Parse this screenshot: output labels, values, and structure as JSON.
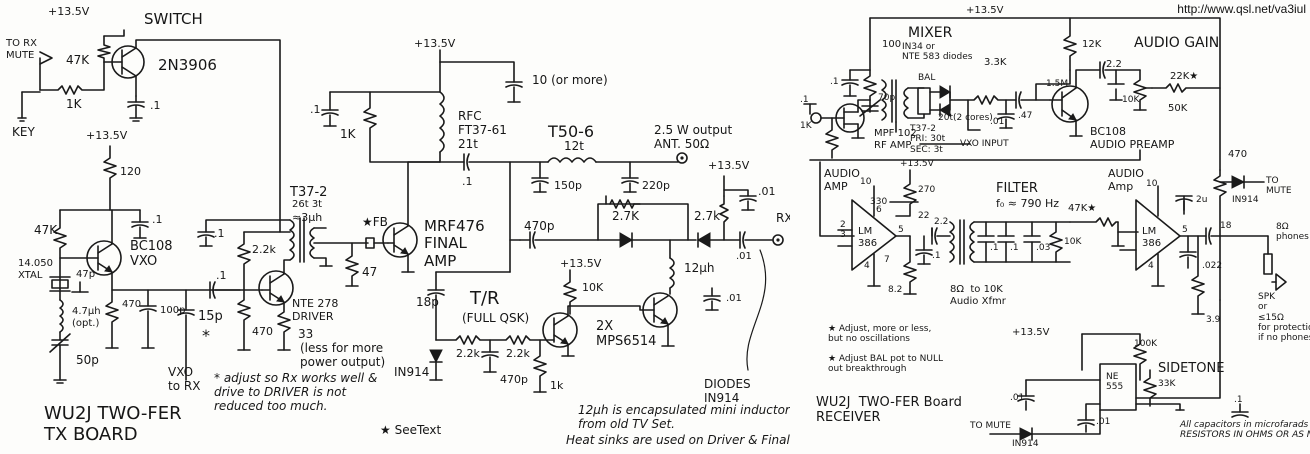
{
  "source_url": "http://www.qsl.net/va3iul",
  "tx": {
    "title_line1": "WU2J TWO-FER",
    "title_line2": "TX BOARD",
    "switch_label": "SWITCH",
    "supply_switch": "+13.5V",
    "to_rx_mute": "TO RX\nMUTE",
    "r_47k_sw": "47K",
    "r_1k_sw": "1K",
    "q_switch": "2N3906",
    "c_switch": ".1",
    "key": "KEY",
    "supply_osc": "+13.5V",
    "r_120": "120",
    "c_osc_bypass": ".1",
    "r_47k_osc": "47K",
    "q_osc": "BC108\nVXO",
    "xtal": "14.050\nXTAL",
    "c_47p": "47p",
    "r_470_osc": "470",
    "c_100p": "100p",
    "l_4_7uh": "4.7μh\n(opt.)",
    "c_50p": "50p",
    "c_15p": "15p",
    "star_15p": "*",
    "vxo_to_rx": "VXO\nto RX",
    "c_driver_in": ".1",
    "c_driver_bypass": ".1",
    "r_2_2k_drv": "2.2k",
    "q_driver": "NTE 278\nDRIVER",
    "r_470_drv": "470",
    "r_33": "33",
    "r_33_note": "(less for more\npower output)",
    "t37": "T37-2",
    "t37_turns": "26t  3t",
    "t37_ind": "≈3μh",
    "note_adjust": "* adjust so Rx works well &\ndrive to DRIVER is not\nreduced too much.",
    "see_text": "★ SeeText",
    "supply_final": "+13.5V",
    "c_final_bypass": ".1",
    "r_1k_final": "1K",
    "c_10": "10 (or more)",
    "rfc": "RFC\nFT37-61\n21t",
    "fb": "★FB",
    "q_final": "MRF476\nFINAL\nAMP",
    "r_47": "47",
    "c_final_out": ".1",
    "t50": "T50-6",
    "t50_turns": "12t",
    "c_150p": "150p",
    "c_220p": "220p",
    "output": "2.5 W output\nANT. 50Ω",
    "supply_tr": "+13.5V",
    "c_01_top": ".01",
    "c_470p_tr": "470p",
    "r_2_7k_a": "2.7K",
    "r_2_7k_b": "2.7k",
    "rx_label": "RX",
    "c_01_rx": ".01",
    "tr_label": "T/R",
    "tr_sub": "(FULL QSK)",
    "supply_tr2": "+13.5V",
    "r_10k_tr": "10K",
    "l_12uh": "12μh",
    "c_01_tr": ".01",
    "c_18p": "18p",
    "r_2_2k_tr1": "2.2k",
    "r_2_2k_tr2": "2.2k",
    "q_tr": "2X\nMPS6514",
    "c_470p_b": "470p",
    "r_1k_tr": "1k",
    "d_1n914": "IN914",
    "diodes": "DIODES\nIN914",
    "note_12uh": "12μh is encapsulated mini inductor\nfrom old TV Set.",
    "note_heatsink": "Heat sinks are used on Driver & Final"
  },
  "rx": {
    "title_line1": "WU2J  TWO-FER Board",
    "title_line2": "RECEIVER",
    "supply_top": "+13.5V",
    "mixer": "MIXER",
    "mixer_diodes": "IN34 or\nNTE 583 diodes",
    "audio_gain": "AUDIO GAIN",
    "r_100": "100",
    "r_12k": "12K",
    "c_01_mix": ".1",
    "c_70p": "70p",
    "bal": "BAL",
    "r_3_3k": "3.3K",
    "c_2_2": "2.2",
    "r_22k": "22K★",
    "r_1_5m": "1.5M",
    "t37_rx": "T37-2\nPRI: 30t\nSEC: 3t",
    "t37_rx_note": "20t(2 cores)",
    "vxo_input": "VXO INPUT",
    "c_01b": ".01",
    "c_47": ".47",
    "r_10k_pre": "10K",
    "r_50k": "50K",
    "q_preamp": "BC108\nAUDIO PREAMP",
    "q_rfamp": "MPF 102\nRF AMP",
    "r_1k_rf": "1K",
    "c_01c": ".1",
    "r_470": "470",
    "to_mute_top": "TO\nMUTE",
    "d_1n914_top": "IN914",
    "audio_amp1": "AUDIO\nAMP",
    "audio_amp2": "AUDIO\nAmp",
    "supply_amp1": "+13.5V",
    "r_270": "270",
    "r_330": "330",
    "c_22": "22",
    "c_10_a": "10",
    "c_01_amp": ".1",
    "c_2_2b": "2.2",
    "lm386_a": "LM\n386",
    "pins_a": "2\n3",
    "pin_5a": "5",
    "pin_6a": "6",
    "pin_4a": "4",
    "pin_7a": "7",
    "r_8_2": "8.2",
    "filter": "FILTER",
    "filter_f0": "f₀ ≈ 790 Hz",
    "c_f1": ".1",
    "c_f2": ".1",
    "c_f3": ".03",
    "r_10k_f": "10K",
    "audio_xfmr": "8Ω  to 10K\nAudio Xfmr",
    "r_47k": "47K★",
    "c_10_b": "10",
    "c_2u": "2u",
    "lm386_b": "LM\n386",
    "pin_5b": "5",
    "pin_4b": "4",
    "c_18": "18",
    "c_022": ".022",
    "r_3_9": "3.9",
    "phones": "8Ω\nphones",
    "spk": "SPK\nor\n≤15Ω\nfor protection\nif no phones!",
    "note_star": "★ Adjust, more or less,\nbut no oscillations",
    "note_bal": "★ Adjust BAL pot to NULL\nout breakthrough",
    "supply_sidetone": "+13.5V",
    "sidetone": "SIDETONE",
    "r_100k": "100K",
    "r_33k": "33K",
    "ne555": "NE\n555",
    "c_01_st": ".01",
    "c_01_st2": ".01",
    "c_01_out": ".1",
    "to_mute_bot": "TO MUTE",
    "d_1n914_bot": "IN914",
    "caps_note": "All capacitors in microfarads\nRESISTORS IN OHMS OR AS NOTED"
  }
}
